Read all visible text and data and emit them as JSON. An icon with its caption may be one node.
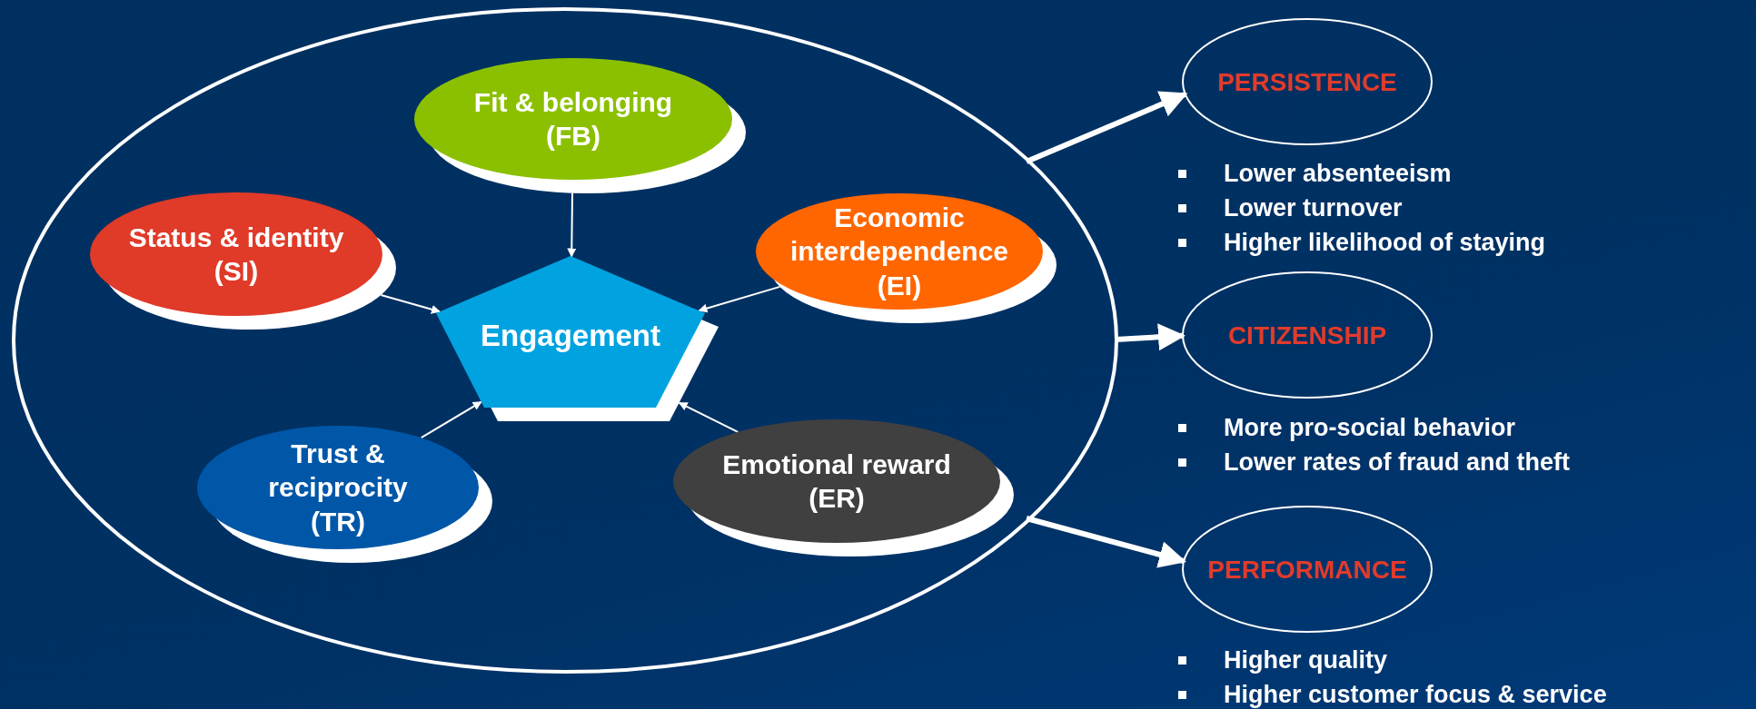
{
  "diagram": {
    "nodes": [
      {
        "text": [],
        "shape": "ellipse"
      },
      {
        "text": [
          "Fit & belonging (FB)"
        ],
        "in": 0
      },
      {
        "text": [
          "Status & identity (SI)"
        ],
        "in": 0
      },
      {
        "text": [
          "Economic interdependence (EI)"
        ],
        "in": 0
      },
      {
        "text": [
          "Engagement"
        ],
        "in": 0
      },
      {
        "text": [
          "Trust & reciprocity (TR)"
        ],
        "in": 0
      },
      {
        "text": [
          "Emotional reward (ER)"
        ],
        "in": 0
      },
      {
        "text": [
          "PERSISTENCE"
        ],
        "beside": [
          "Lower absenteeism",
          "Lower turnover",
          "Higher likelihood of staying"
        ]
      },
      {
        "text": [
          "CITIZENSHIP"
        ],
        "beside": [
          "More pro-social behavior",
          "Lower rates of fraud and theft"
        ]
      },
      {
        "text": [
          "PERFORMANCE"
        ],
        "beside": [
          "Higher quality",
          "Higher customer focus & service"
        ]
      }
    ],
    "edges": [
      {
        "from": 1,
        "to": 4,
        "arrow": "to"
      },
      {
        "from": 2,
        "to": 4,
        "arrow": "to"
      },
      {
        "from": 3,
        "to": 4,
        "arrow": "to"
      },
      {
        "from": 5,
        "to": 4,
        "arrow": "to"
      },
      {
        "from": 6,
        "to": 4,
        "arrow": "to"
      },
      {
        "from": 0,
        "to": 7,
        "arrow": "to",
        "style": "thick"
      },
      {
        "from": 0,
        "to": 8,
        "arrow": "to",
        "style": "thick"
      },
      {
        "from": 0,
        "to": 9,
        "arrow": "to",
        "style": "thick"
      }
    ]
  }
}
